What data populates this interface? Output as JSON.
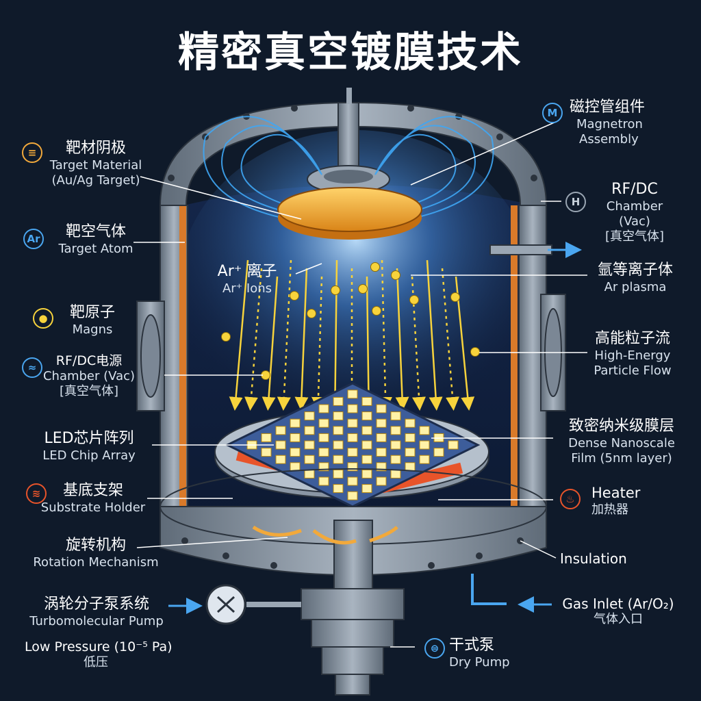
{
  "title": "精密真空镀膜技术",
  "labels": {
    "target_material": {
      "zh": "靶材阴极",
      "en1": "Target Material",
      "en2": "(Au/Ag Target)"
    },
    "target_atom": {
      "zh": "靶空气体",
      "en": "Target Atom",
      "icon_text": "Ar"
    },
    "magns": {
      "zh": "靶原子",
      "en": "Magns"
    },
    "power": {
      "zh": "RF/DC电源",
      "en1": "Chamber (Vac)",
      "en2": "[真空气体]"
    },
    "led_array": {
      "zh": "LED芯片阵列",
      "en": "LED Chip Array"
    },
    "substrate_holder": {
      "zh": "基底支架",
      "en": "Substrate Holder"
    },
    "rotation": {
      "zh": "旋转机构",
      "en": "Rotation Mechanism"
    },
    "turbo_pump": {
      "zh": "涡轮分子泵系统",
      "en": "Turbomolecular Pump"
    },
    "low_pressure": {
      "en": "Low Pressure (10⁻⁵ Pa)",
      "zh": "低压"
    },
    "magnetron": {
      "zh": "磁控管组件",
      "en1": "Magnetron",
      "en2": "Assembly",
      "icon_text": "M"
    },
    "rfdc_chamber": {
      "zh": "RF/DC",
      "en1": "Chamber (Vac)",
      "en2": "[真空气体]",
      "icon_text": "H"
    },
    "ar_ions": {
      "zh": "Ar⁺ 离子",
      "en": "Ar⁺ Ions"
    },
    "ar_plasma": {
      "zh": "氩等离子体",
      "en": "Ar plasma"
    },
    "particle_flow": {
      "zh": "高能粒子流",
      "en1": "High-Energy",
      "en2": "Particle Flow"
    },
    "dense_film": {
      "zh": "致密纳米级膜层",
      "en1": "Dense Nanoscale",
      "en2": "Film (5nm layer)"
    },
    "heater": {
      "en": "Heater",
      "zh": "加热器"
    },
    "insulation": {
      "en": "Insulation"
    },
    "gas_inlet": {
      "en": "Gas Inlet (Ar/O₂)",
      "zh": "气体入口"
    },
    "dry_pump": {
      "zh": "干式泵",
      "en": "Dry Pump"
    }
  },
  "colors": {
    "background": "#0f1a2a",
    "chamber_steel": "#8a96a4",
    "insulation_orange": "#d97a2a",
    "target_gold": "#f2a93b",
    "magnetic_field": "#3fa7f5",
    "particle_yellow": "#f7d33c",
    "heater_red": "#e8542a",
    "chip_glow": "#fff2a8"
  },
  "icons": {
    "target_material": "stack-lines-icon",
    "target_atom": "ar-circle-icon",
    "magns": "dot-circle-icon",
    "power": "wave-icon",
    "substrate_holder": "heat-waves-icon",
    "magnetron": "m-circle-icon",
    "rfdc_chamber": "h-circle-icon",
    "heater": "flame-icon",
    "dry_pump": "pump-icon"
  }
}
